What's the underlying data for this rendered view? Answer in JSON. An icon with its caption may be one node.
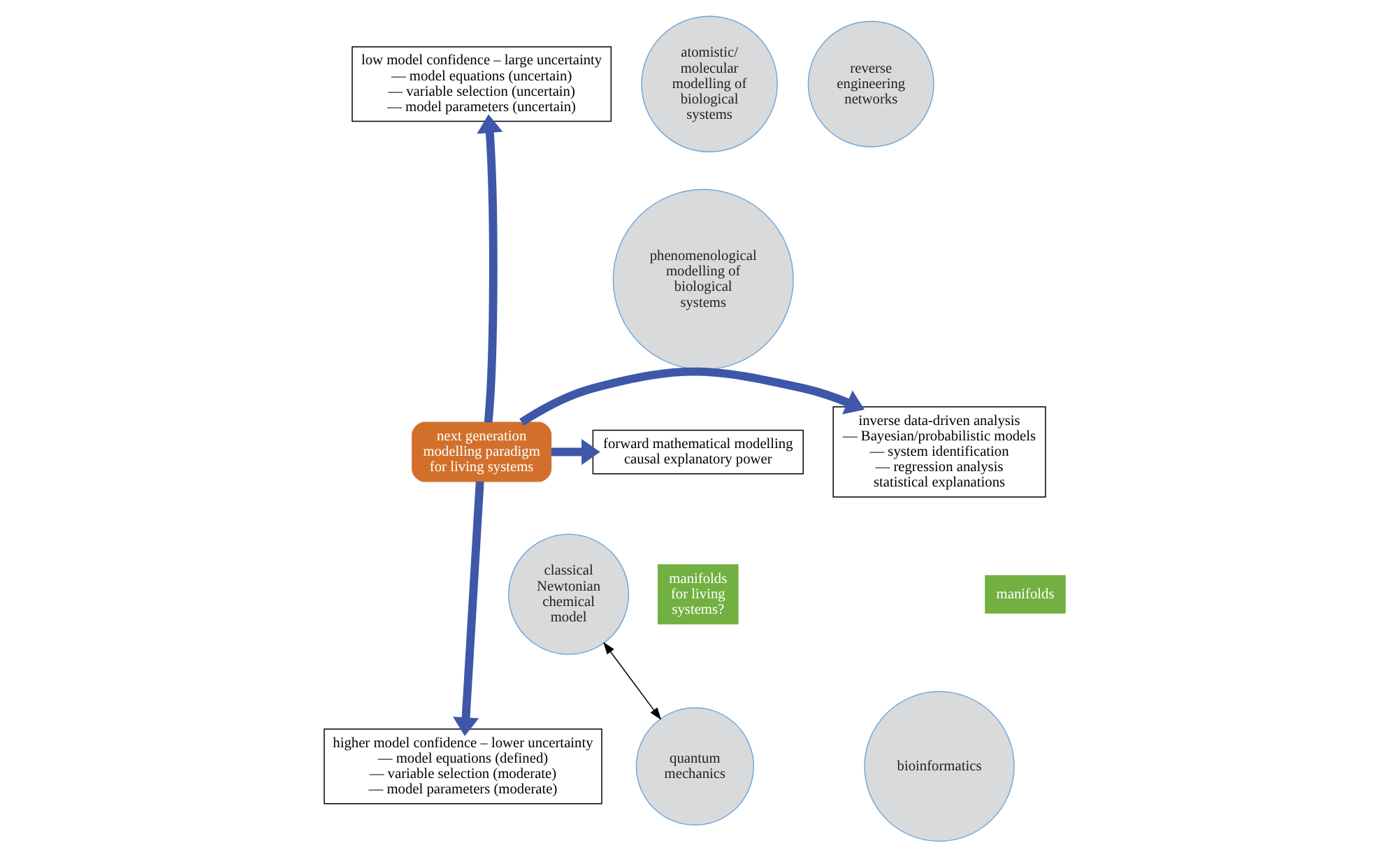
{
  "diagram": {
    "nodes": [
      {
        "text": [
          "low model confidence – large uncertainty",
          "— model equations (uncertain)",
          "— variable selection (uncertain)",
          "— model parameters (uncertain)"
        ]
      },
      {
        "text": [
          "atomistic/ molecular modelling of biological systems"
        ]
      },
      {
        "text": [
          "phenomenological modelling of biological systems"
        ]
      },
      {
        "text": [
          "reverse engineering networks"
        ]
      },
      {
        "text": [
          "forward mathematical modelling",
          "causal explanatory power"
        ]
      },
      {
        "text": [
          "next generation modelling paradigm for living systems"
        ]
      },
      {
        "text": [
          "inverse data-driven analysis",
          "— Bayesian/probabilistic models",
          "— system identification",
          "— regression analysis",
          "statistical explanations"
        ]
      },
      {
        "text": [
          "manifolds for living systems?"
        ]
      },
      {
        "text": [
          "classical Newtonian chemical model"
        ]
      },
      {
        "text": [
          "manifolds"
        ]
      },
      {
        "text": [
          "bioinformatics"
        ]
      },
      {
        "text": [
          "quantum mechanics"
        ]
      },
      {
        "text": [
          "higher model confidence – lower uncertainty",
          "— model equations (defined)",
          "— variable selection (moderate)",
          "— model parameters (moderate)"
        ]
      }
    ],
    "edges": [
      {
        "from": 5,
        "to": 0,
        "arrow": "to"
      },
      {
        "from": 5,
        "to": 4,
        "arrow": "to"
      },
      {
        "from": 5,
        "to": 6,
        "arrow": "to"
      },
      {
        "from": 5,
        "to": 12,
        "arrow": "to"
      },
      {
        "from": 8,
        "to": 11,
        "arrow": "both",
        "color": "#000000"
      }
    ]
  }
}
